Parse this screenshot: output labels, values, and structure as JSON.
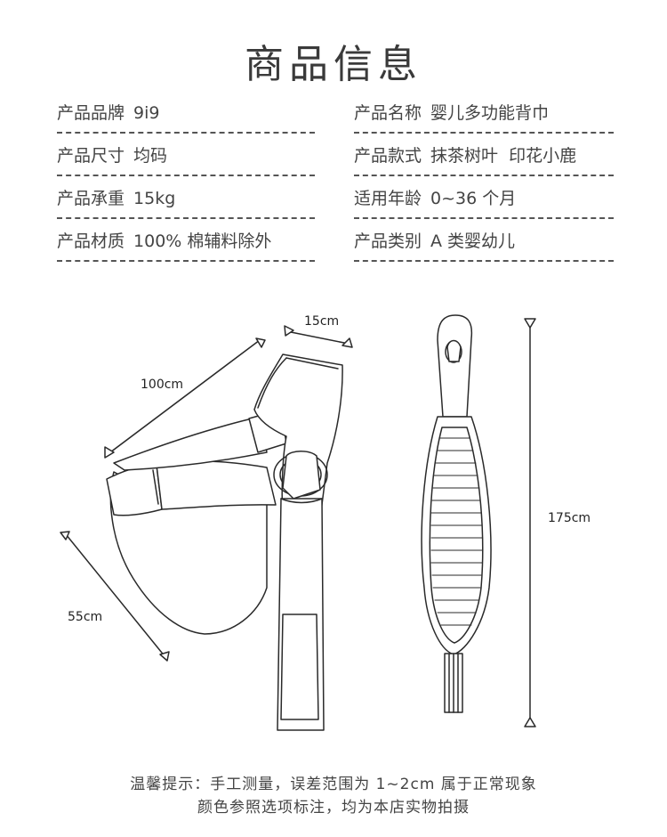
{
  "title": "商品信息",
  "specs": {
    "brand": {
      "label": "产品品牌",
      "value": "9i9"
    },
    "name": {
      "label": "产品名称",
      "value": "婴儿多功能背巾"
    },
    "size": {
      "label": "产品尺寸",
      "value": "均码"
    },
    "style": {
      "label": "产品款式",
      "value": "抹茶树叶  印花小鹿"
    },
    "load": {
      "label": "产品承重",
      "value": "15kg"
    },
    "age": {
      "label": "适用年龄",
      "value": "0~36 个月"
    },
    "material": {
      "label": "产品材质",
      "value": "100% 棉辅料除外"
    },
    "category": {
      "label": "产品类别",
      "value": "A 类婴幼儿"
    }
  },
  "dimensions": {
    "width": "15cm",
    "length": "100cm",
    "depth": "55cm",
    "height": "175cm"
  },
  "notes": {
    "line1": "温馨提示：手工测量，误差范围为 1~2cm 属于正常现象",
    "line2": "颜色参照选项标注，均为本店实物拍摄"
  }
}
